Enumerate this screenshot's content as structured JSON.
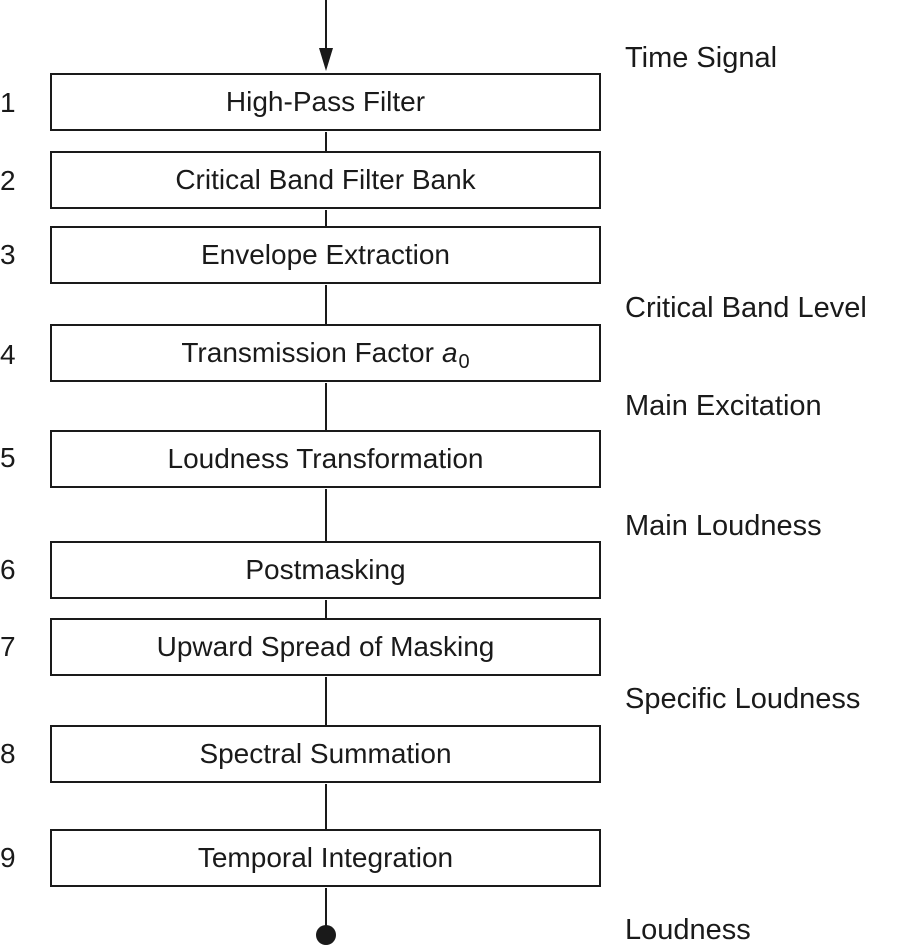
{
  "blocks": [
    {
      "number": "1",
      "label": "High-Pass Filter"
    },
    {
      "number": "2",
      "label": "Critical Band Filter Bank"
    },
    {
      "number": "3",
      "label": "Envelope Extraction"
    },
    {
      "number": "4",
      "label": "Transmission Factor ",
      "symbol": "a",
      "subscript": "0"
    },
    {
      "number": "5",
      "label": "Loudness Transformation"
    },
    {
      "number": "6",
      "label": "Postmasking"
    },
    {
      "number": "7",
      "label": "Upward Spread of Masking"
    },
    {
      "number": "8",
      "label": "Spectral Summation"
    },
    {
      "number": "9",
      "label": "Temporal Integration"
    }
  ],
  "signals": [
    {
      "label": "Time Signal"
    },
    {
      "label": "Critical Band Level"
    },
    {
      "label": "Main Excitation"
    },
    {
      "label": "Main Loudness"
    },
    {
      "label": "Specific Loudness"
    },
    {
      "label": "Loudness"
    }
  ]
}
